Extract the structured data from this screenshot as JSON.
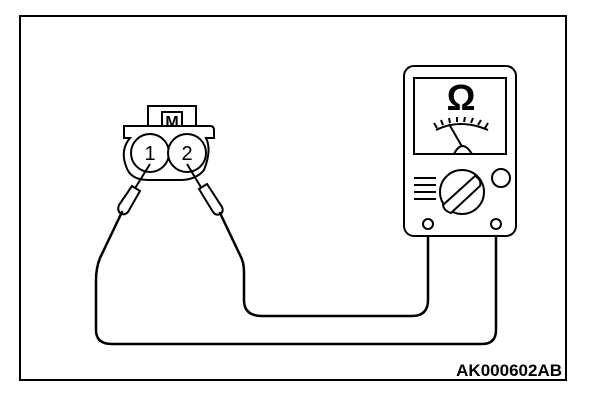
{
  "connector": {
    "housing_label": "M",
    "terminal_1": "1",
    "terminal_2": "2"
  },
  "meter": {
    "unit_symbol": "Ω"
  },
  "figure_id": "AK000602AB"
}
